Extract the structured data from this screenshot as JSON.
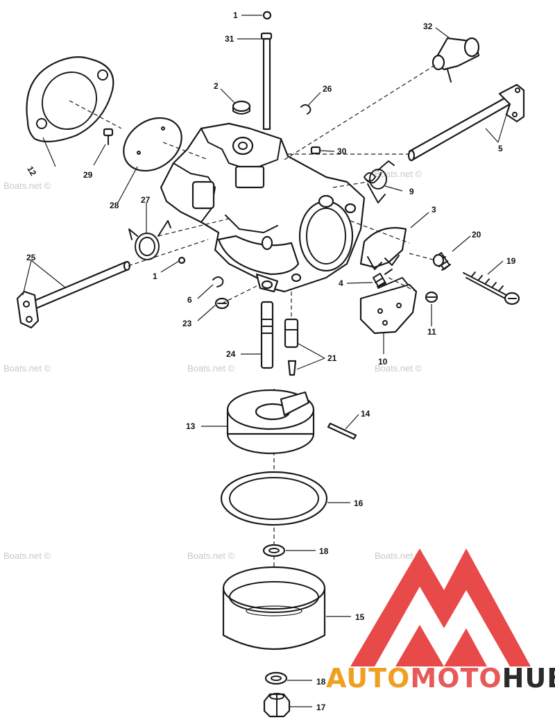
{
  "diagram": {
    "callouts": [
      "1",
      "31",
      "2",
      "26",
      "32",
      "12",
      "29",
      "28",
      "5",
      "30",
      "27",
      "9",
      "3",
      "25",
      "20",
      "19",
      "1",
      "4",
      "6",
      "11",
      "23",
      "10",
      "24",
      "21",
      "14",
      "13",
      "16",
      "18",
      "15",
      "18",
      "17"
    ]
  },
  "watermark": {
    "text": "Boats.net ©"
  },
  "brand": {
    "part1": "AUTO",
    "part2": "MOTO",
    "part3": "HUB",
    "color_auto": "#f0a020",
    "color_moto": "#e85a5a",
    "color_hub": "#2a2a2a",
    "logo_color": "#e84a4a"
  }
}
